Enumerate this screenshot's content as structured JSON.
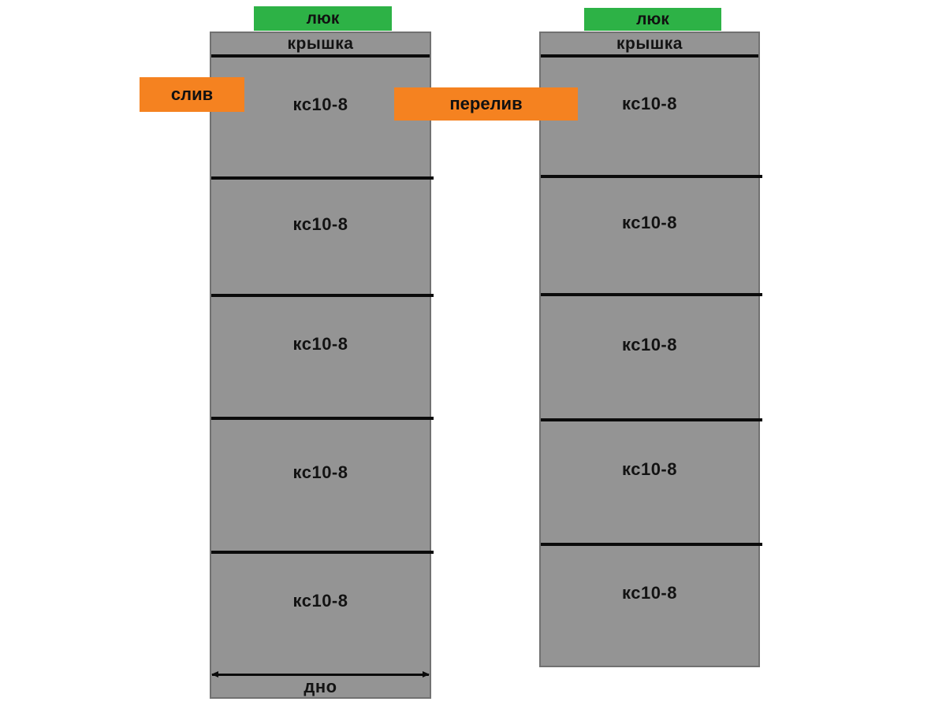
{
  "diagram": {
    "title_semantic": "septic-tank-concrete-ring-scheme",
    "colors": {
      "ring_gray": "#949494",
      "ring_border": "#717171",
      "line_black": "#0b0b0b",
      "hatch_green": "#2db246",
      "pipe_orange": "#f58220",
      "text": "#131313",
      "background": "#ffffff"
    },
    "left_column": {
      "hatch_label": "люк",
      "lid_label": "крышка",
      "rings": [
        "кс10-8",
        "кс10-8",
        "кс10-8",
        "кс10-8",
        "кс10-8"
      ],
      "bottom_label": "дно"
    },
    "right_column": {
      "hatch_label": "люк",
      "lid_label": "крышка",
      "rings": [
        "кс10-8",
        "кс10-8",
        "кс10-8",
        "кс10-8",
        "кс10-8"
      ]
    },
    "pipes": {
      "drain_label": "слив",
      "overflow_label": "перелив"
    }
  }
}
